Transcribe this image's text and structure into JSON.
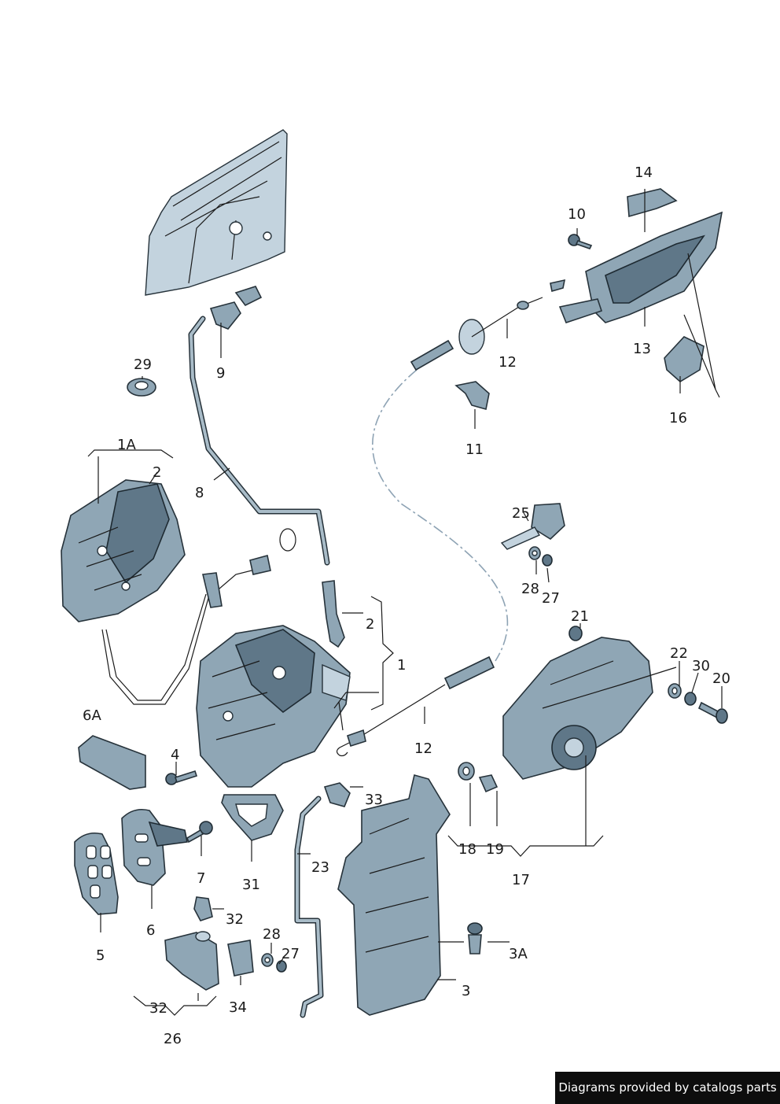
{
  "labels": {
    "l1": "1",
    "l1A": "1A",
    "l2a": "2",
    "l2b": "2",
    "l3": "3",
    "l3A": "3A",
    "l4": "4",
    "l5": "5",
    "l6": "6",
    "l6A": "6A",
    "l7": "7",
    "l8": "8",
    "l9": "9",
    "l10": "10",
    "l11": "11",
    "l12a": "12",
    "l12b": "12",
    "l13": "13",
    "l14": "14",
    "l16": "16",
    "l17": "17",
    "l18": "18",
    "l19": "19",
    "l20": "20",
    "l21": "21",
    "l22": "22",
    "l23": "23",
    "l25": "25",
    "l26": "26",
    "l27a": "27",
    "l27b": "27",
    "l28a": "28",
    "l28b": "28",
    "l29": "29",
    "l30": "30",
    "l31": "31",
    "l32a": "32",
    "l32b": "32",
    "l33": "33",
    "l34": "34"
  },
  "footer": {
    "text": "Diagrams provided by catalogs parts"
  },
  "colors": {
    "part_fill": "#8fa6b5",
    "outline": "#26323a",
    "footer_bg": "#0d0d0d"
  }
}
